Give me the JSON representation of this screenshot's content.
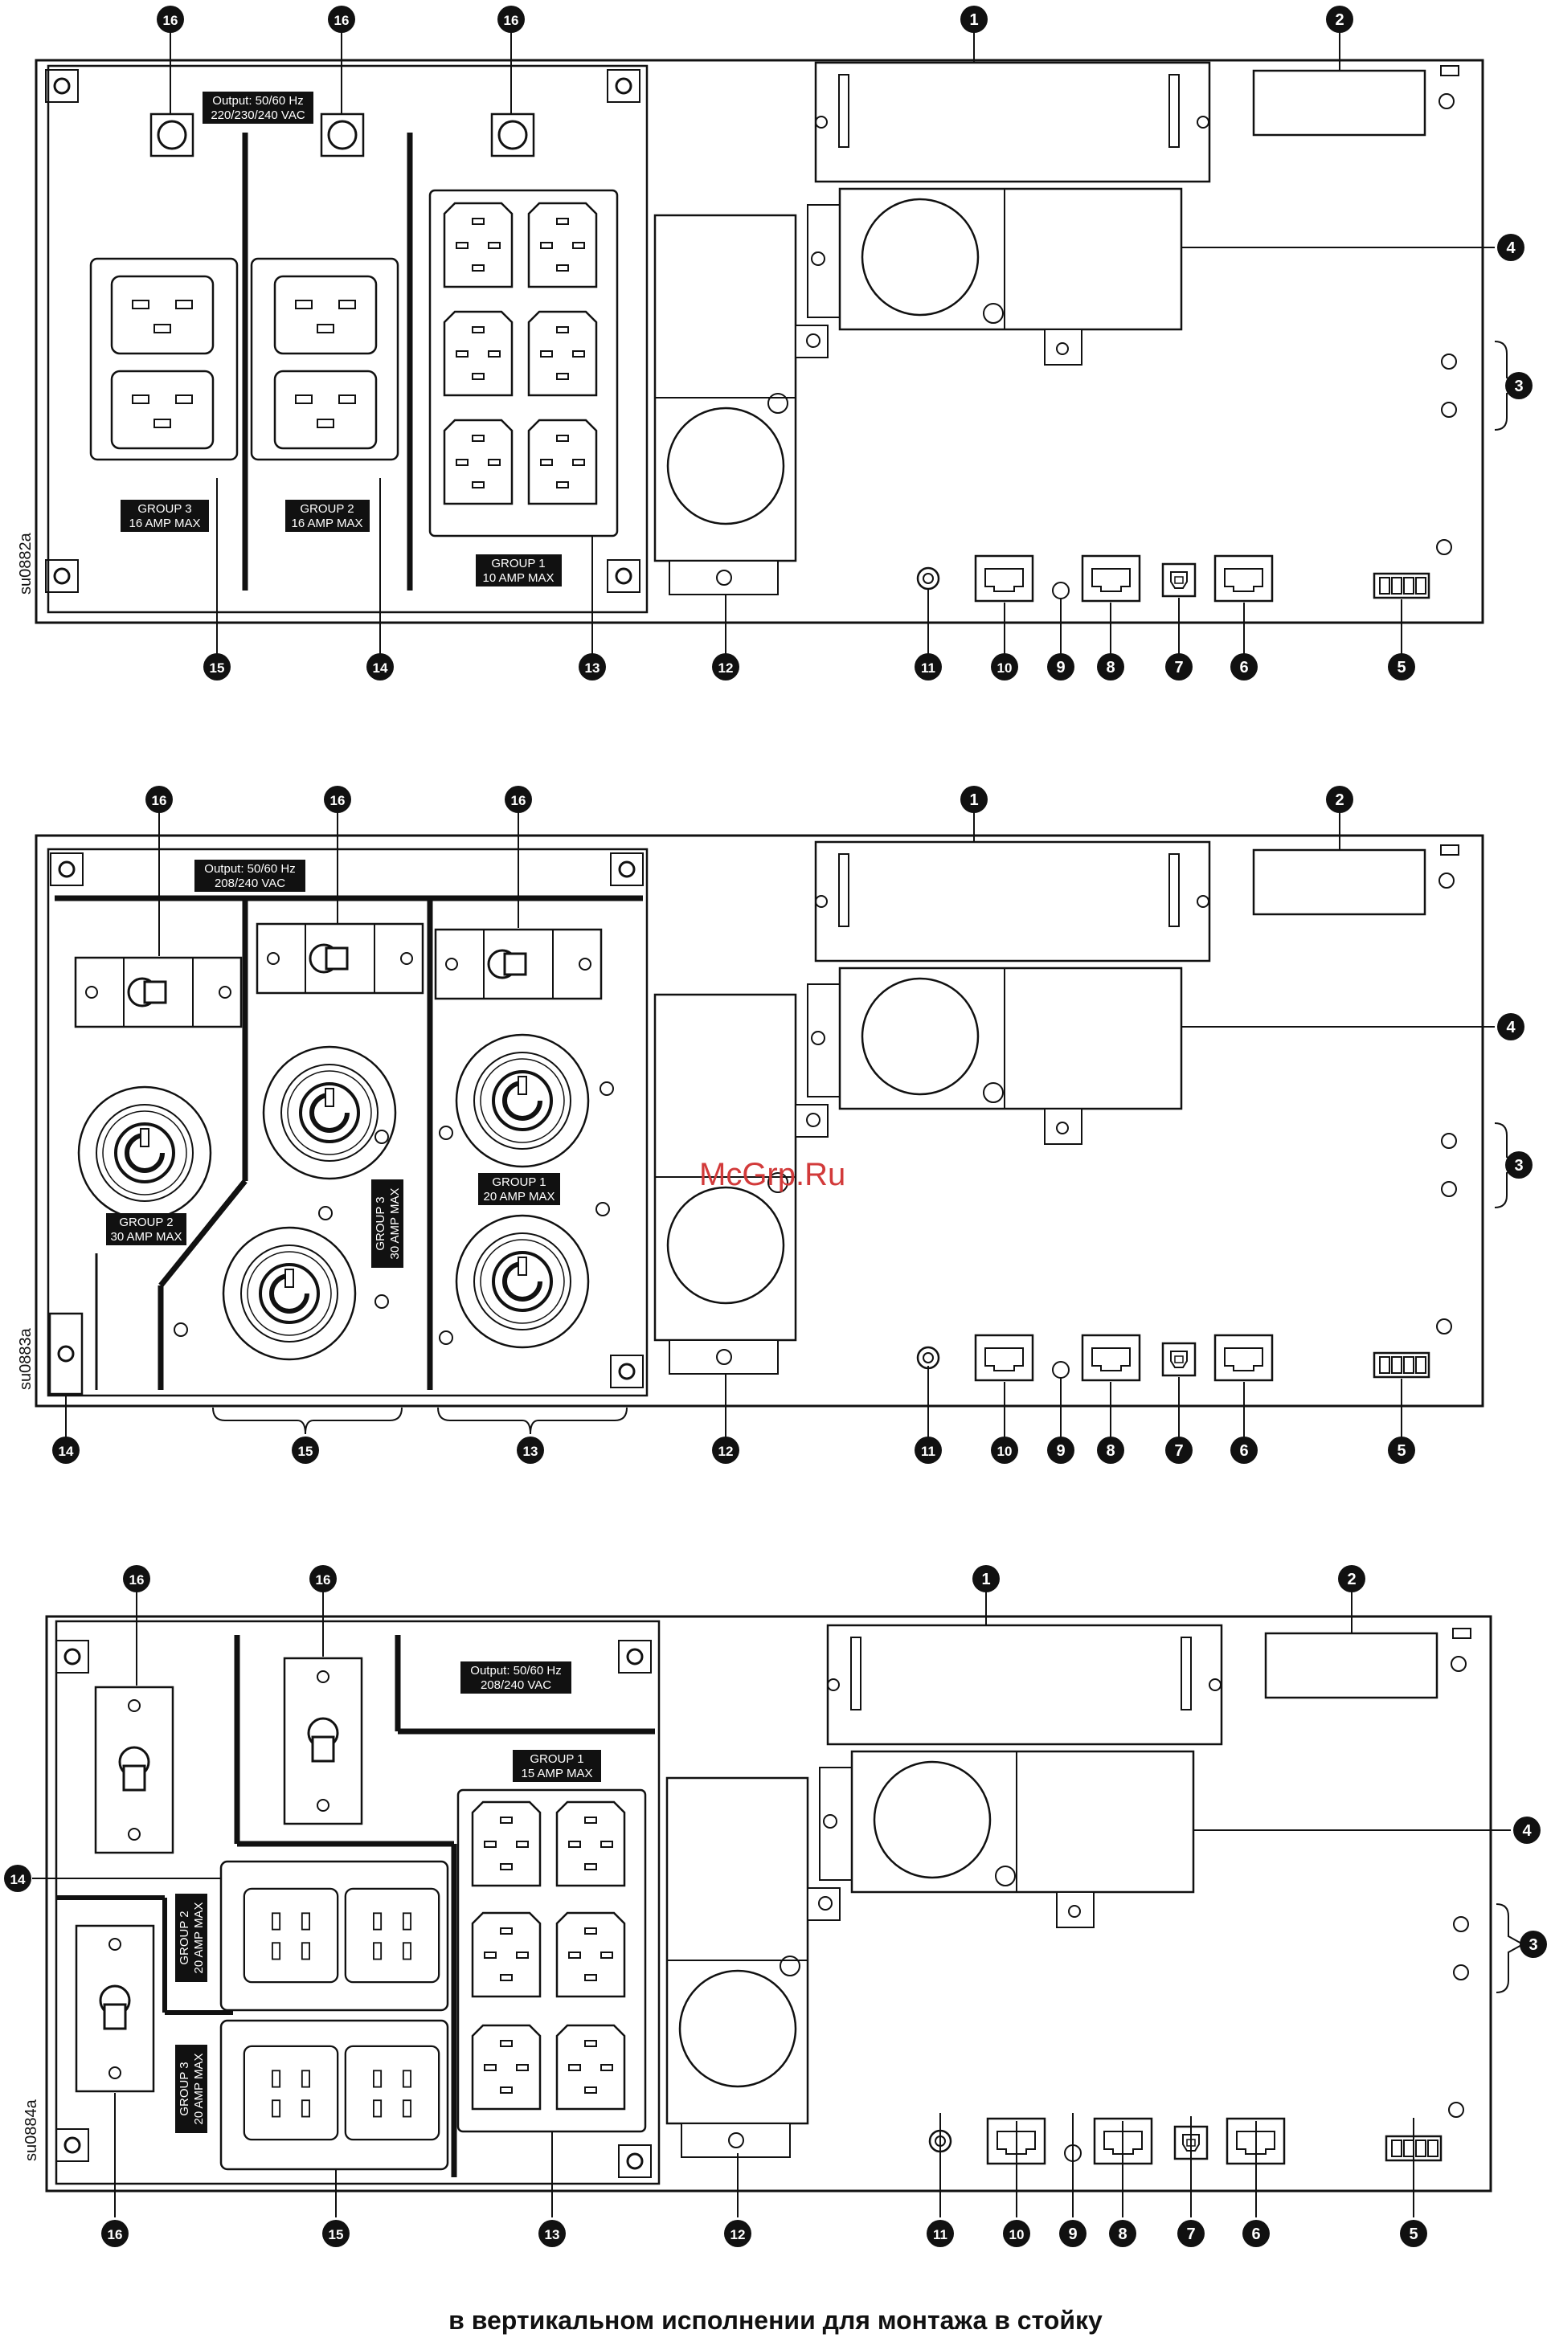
{
  "caption": "в вертикальном исполнении для монтажа в стойку",
  "watermark": "McGrp.Ru",
  "callouts": [
    "1",
    "2",
    "3",
    "4",
    "5",
    "6",
    "7",
    "8",
    "9",
    "10",
    "11",
    "12",
    "13",
    "14",
    "15",
    "16"
  ],
  "panels": [
    {
      "code": "su0882a",
      "output_line1": "Output: 50/60 Hz",
      "output_line2": "220/230/240 VAC",
      "groups": [
        {
          "l1": "GROUP 3",
          "l2": "16 AMP MAX"
        },
        {
          "l1": "GROUP 2",
          "l2": "16 AMP MAX"
        },
        {
          "l1": "GROUP 1",
          "l2": "10 AMP MAX"
        }
      ]
    },
    {
      "code": "su0883a",
      "output_line1": "Output: 50/60 Hz",
      "output_line2": "208/240 VAC",
      "groups": [
        {
          "l1": "GROUP 2",
          "l2": "30 AMP MAX"
        },
        {
          "l1": "GROUP 3",
          "l2": "30 AMP MAX"
        },
        {
          "l1": "GROUP 1",
          "l2": "20 AMP MAX"
        }
      ]
    },
    {
      "code": "su0884a",
      "output_line1": "Output: 50/60 Hz",
      "output_line2": "208/240 VAC",
      "groups": [
        {
          "l1": "GROUP 1",
          "l2": "15 AMP MAX"
        },
        {
          "l1": "GROUP 2",
          "l2": "20 AMP MAX"
        },
        {
          "l1": "GROUP 3",
          "l2": "20 AMP MAX"
        }
      ]
    }
  ]
}
